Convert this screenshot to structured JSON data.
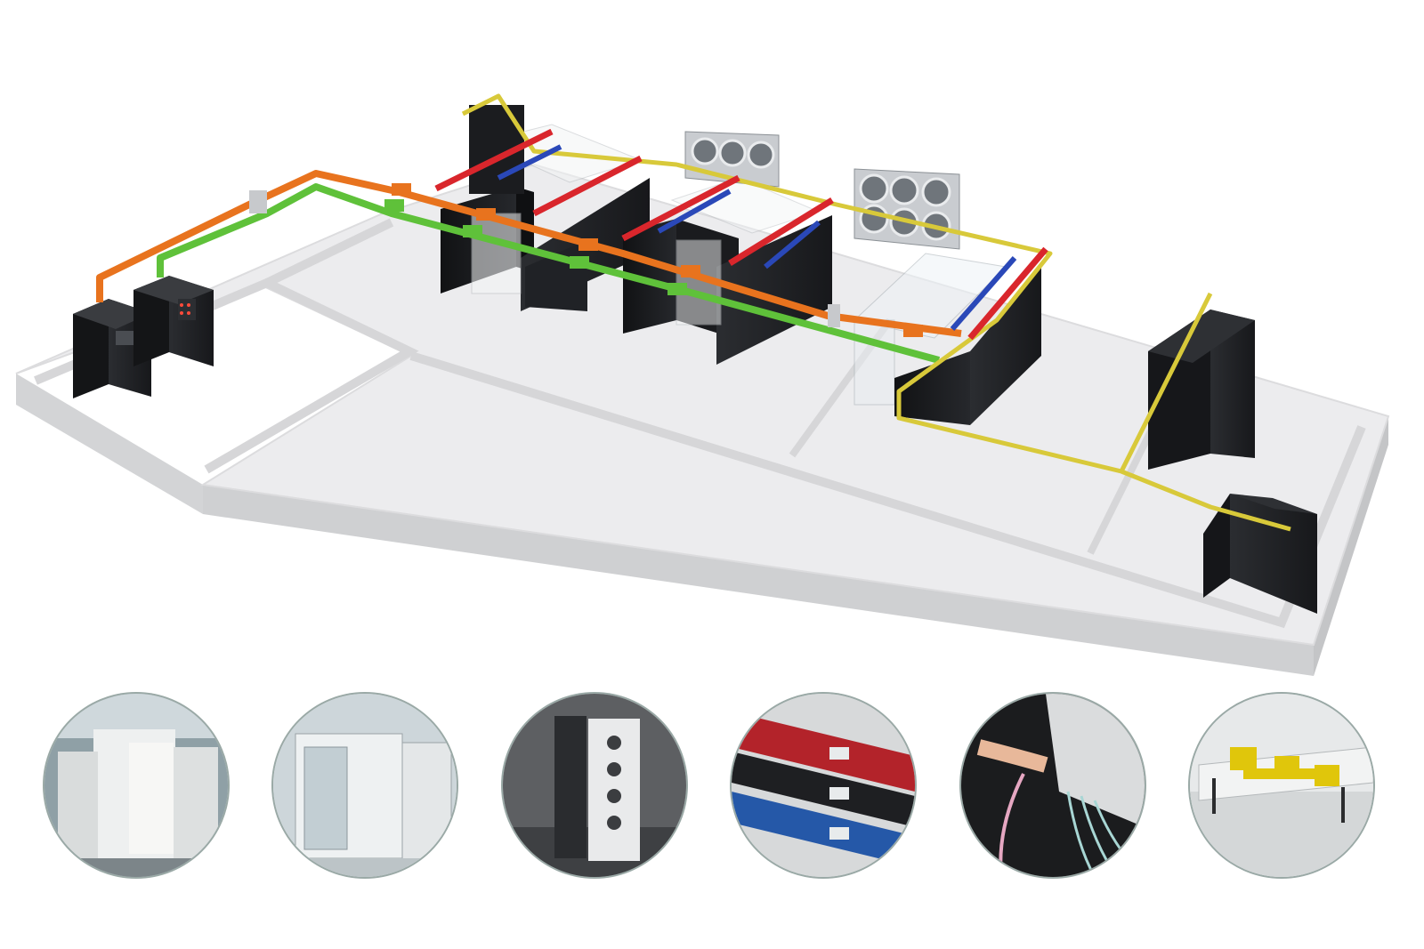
{
  "scene": {
    "name": "data-center-isometric-layout",
    "cable_colors": {
      "power_a": "#e8731e",
      "power_b": "#5fc13a",
      "network": "#d8c93a",
      "rack_pdu_red": "#d9262c",
      "rack_pdu_blue": "#2a48b8"
    },
    "floor_color": "#ededee",
    "rack_color": "#1d1f22"
  },
  "thumbnails": [
    {
      "name": "micro-module-aisle",
      "icon": "enclosed-aisle-photo"
    },
    {
      "name": "containment-door",
      "icon": "cold-aisle-door-photo"
    },
    {
      "name": "in-row-cooling",
      "icon": "cooling-unit-photo"
    },
    {
      "name": "intelligent-pdu",
      "icon": "pdu-strips-photo"
    },
    {
      "name": "fiber-cabling",
      "icon": "fiber-patch-photo"
    },
    {
      "name": "cable-tray",
      "icon": "yellow-cable-tray-photo"
    }
  ]
}
